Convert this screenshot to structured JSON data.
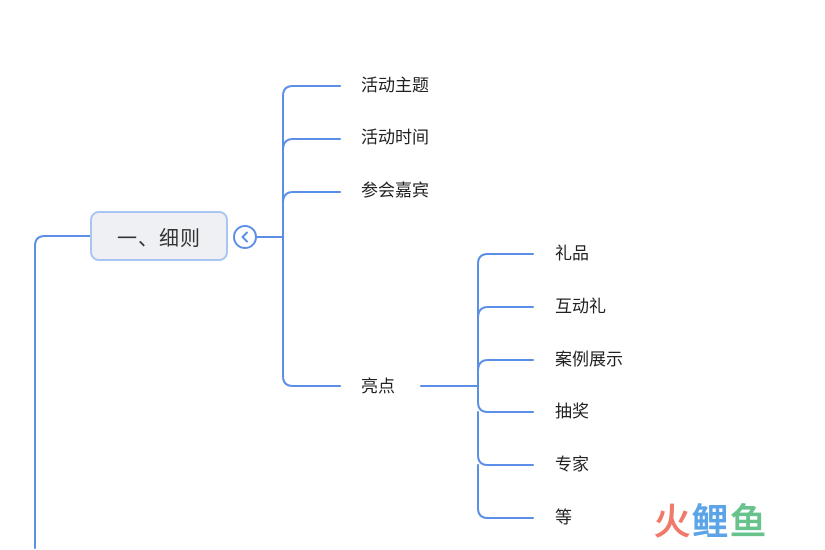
{
  "main_node": {
    "label": "一、细则"
  },
  "branch_nodes": [
    {
      "label": "活动主题"
    },
    {
      "label": "活动时间"
    },
    {
      "label": "参会嘉宾"
    },
    {
      "label": "亮点"
    }
  ],
  "highlight_children": [
    {
      "label": "礼品"
    },
    {
      "label": "互动礼"
    },
    {
      "label": "案例展示"
    },
    {
      "label": "抽奖"
    },
    {
      "label": "专家"
    },
    {
      "label": "等"
    }
  ],
  "collapse_button": {
    "icon": "chevron-left-icon",
    "state": "expanded"
  },
  "watermark": {
    "part1": "火",
    "part2": "鲤",
    "part3": "鱼"
  },
  "colors": {
    "connector": "#5b8ee6",
    "main_border": "#a9c6f3",
    "main_fill": "#eef0f4",
    "watermark_red": "#f07a6a",
    "watermark_blue": "#5ba4e8",
    "watermark_green": "#67c28c"
  }
}
